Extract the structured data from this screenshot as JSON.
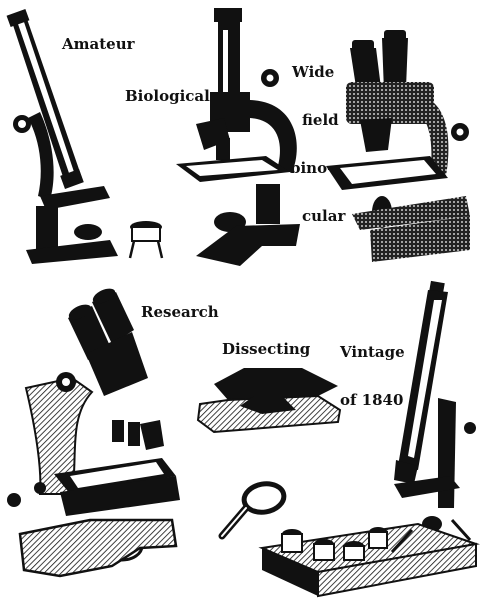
{
  "labels": {
    "amateur": "Amateur",
    "biological": "Biological",
    "wide_field": [
      "Wide",
      "field",
      "bino-",
      "cular"
    ],
    "research": "Research",
    "dissecting": "Dissecting",
    "vintage": [
      "Vintage",
      "of 1840"
    ]
  },
  "colors": {
    "ink": "#111111",
    "paper": "#ffffff"
  }
}
